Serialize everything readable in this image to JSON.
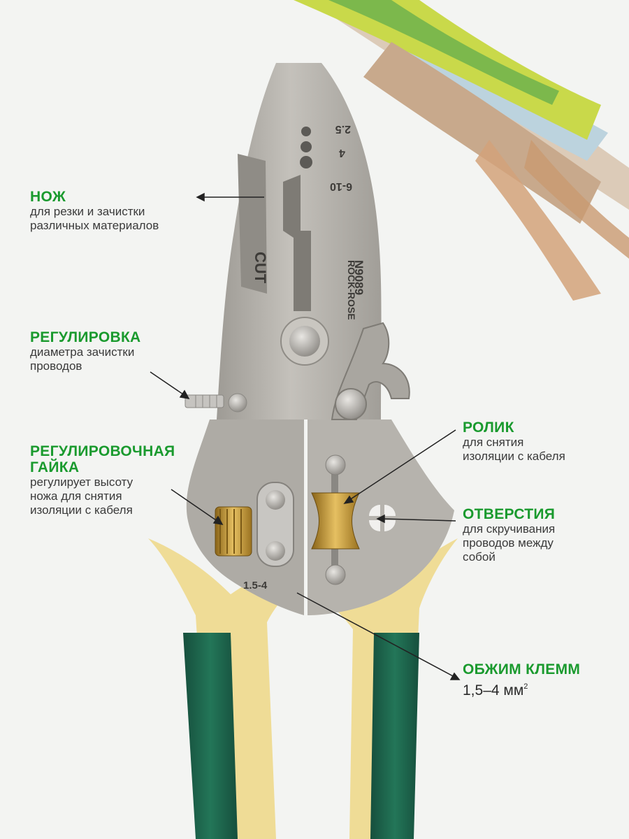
{
  "callouts": {
    "knife": {
      "title": "НОЖ",
      "line1": "для резки и зачистки",
      "line2": "различных материалов"
    },
    "adjust": {
      "title": "РЕГУЛИРОВКА",
      "line1": "диаметра зачистки",
      "line2": "проводов"
    },
    "nut": {
      "title_line1": "РЕГУЛИРОВОЧНАЯ",
      "title_line2": "ГАЙКА",
      "line1": "регулирует высоту",
      "line2": "ножа для снятия",
      "line3": "изоляции с кабеля"
    },
    "roller": {
      "title": "РОЛИК",
      "line1": "для снятия",
      "line2": "изоляции с кабеля"
    },
    "holes": {
      "title": "ОТВЕРСТИЯ",
      "line1": "для скручивания",
      "line2": "проводов между",
      "line3": "собой"
    },
    "crimp": {
      "title": "ОБЖИМ КЛЕММ",
      "value": "1,5–4 мм",
      "sup": "2"
    }
  },
  "tool_markings": {
    "size_1": "2.5",
    "size_2": "4",
    "size_3": "6-10",
    "model": "N9089",
    "brand": "ROCK-ROSE",
    "cut": "CUT",
    "crimp_range": "1.5-4"
  },
  "colors": {
    "accent_green": "#1a9a2e",
    "handle_green": "#1f6b52",
    "handle_cream": "#efdc96",
    "steel": "#b3b0aa",
    "brass": "#c99a2e"
  }
}
